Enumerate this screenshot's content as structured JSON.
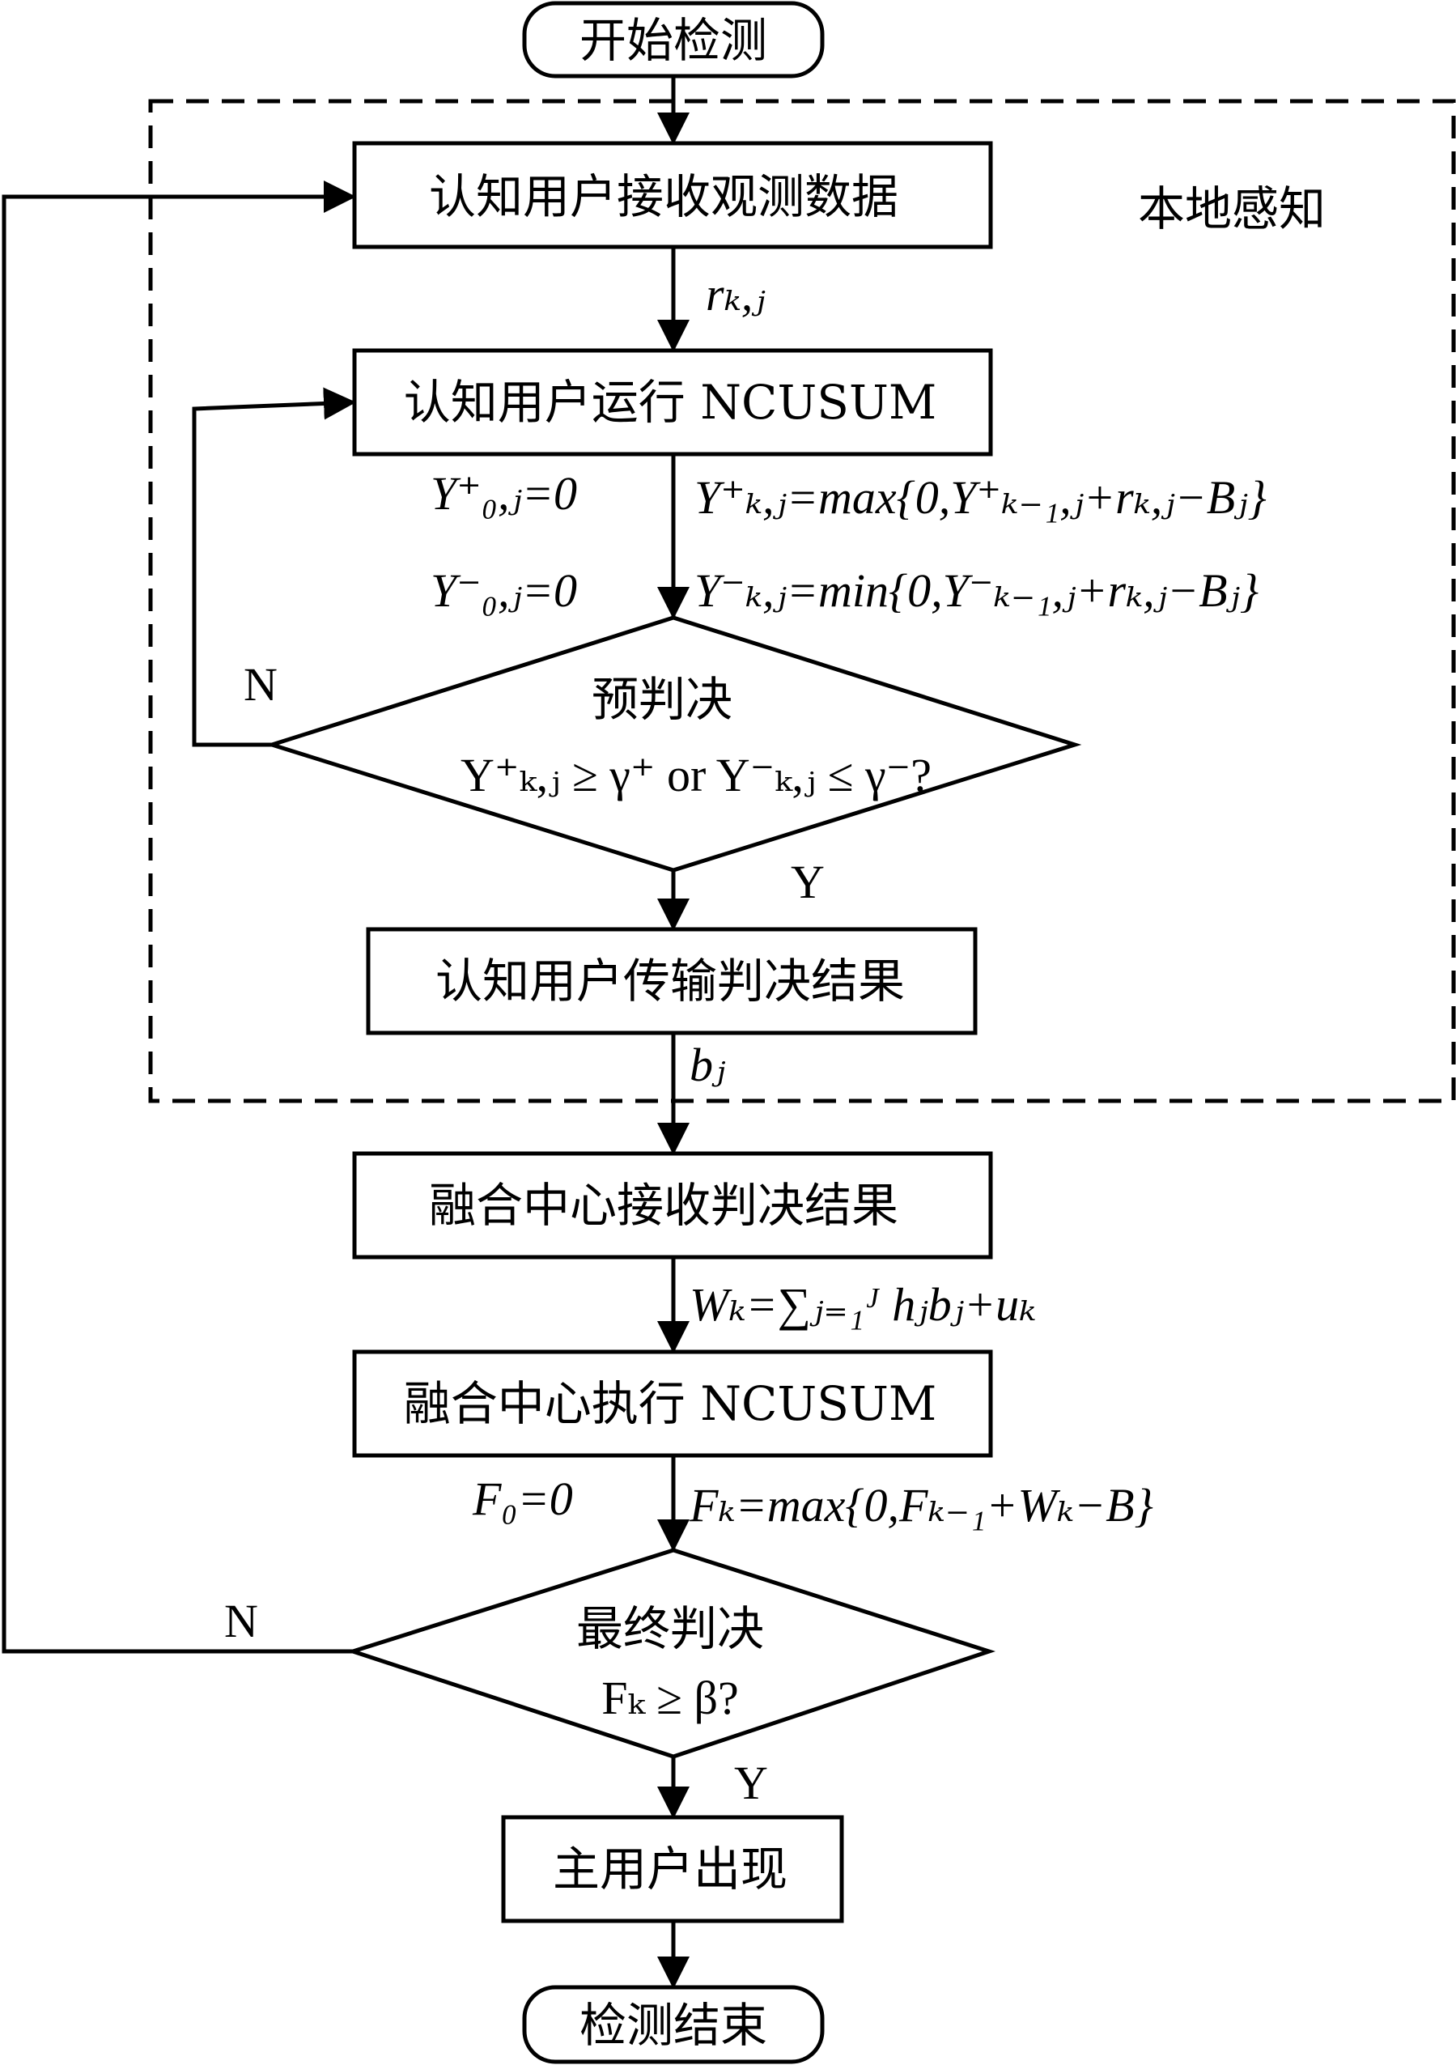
{
  "nodes": {
    "start": "开始检测",
    "receive_obs": "认知用户接收观测数据",
    "local_label": "本地感知",
    "run_ncusum": "认知用户运行 NCUSUM",
    "pre_decision": "预判决",
    "pre_condition": "Y⁺ₖ,ⱼ ≥ γ⁺ or Y⁻ₖ,ⱼ ≤ γ⁻?",
    "transmit": "认知用户传输判决结果",
    "fusion_receive": "融合中心接收判决结果",
    "fusion_ncusum": "融合中心执行 NCUSUM",
    "final_decision": "最终判决",
    "final_condition": "Fₖ ≥ β?",
    "primary_user": "主用户出现",
    "end": "检测结束"
  },
  "edge_labels": {
    "r_kj": "rₖ,ⱼ",
    "y_plus_init": "Y⁺₀,ⱼ=0",
    "y_minus_init": "Y⁻₀,ⱼ=0",
    "y_plus_update": "Y⁺ₖ,ⱼ=max{0,Y⁺ₖ₋₁,ⱼ+rₖ,ⱼ−Bⱼ}",
    "y_minus_update": "Y⁻ₖ,ⱼ=min{0,Y⁻ₖ₋₁,ⱼ+rₖ,ⱼ−Bⱼ}",
    "b_j": "bⱼ",
    "w_k": "Wₖ=∑ⱼ₌₁ᴶ hⱼbⱼ+uₖ",
    "f0_init": "F₀=0",
    "f_k_update": "Fₖ=max{0,Fₖ₋₁+Wₖ−B}",
    "pre_no": "N",
    "pre_yes": "Y",
    "final_no": "N",
    "final_yes": "Y"
  }
}
